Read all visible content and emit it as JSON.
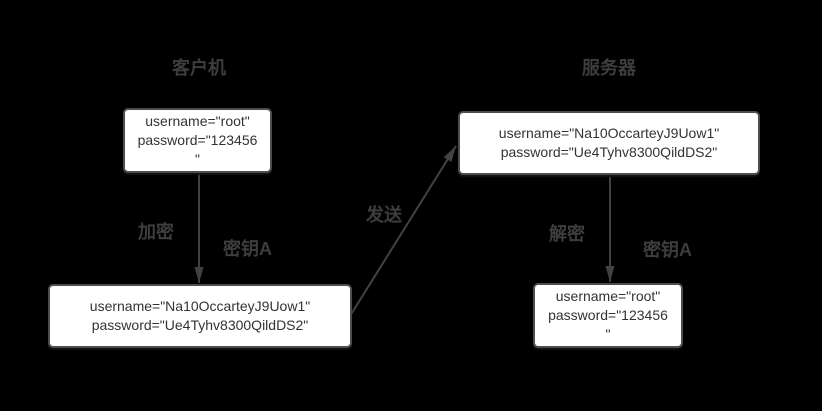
{
  "diagram": {
    "client_title": "客户机",
    "server_title": "服务器",
    "boxes": [
      {
        "id": "client-plaintext",
        "lines": [
          "username=\"root\"",
          "password=\"123456",
          "\""
        ]
      },
      {
        "id": "client-encrypted",
        "lines": [
          "username=\"Na10OccarteyJ9Uow1\"",
          "password=\"Ue4Tyhv8300QildDS2\""
        ]
      },
      {
        "id": "server-encrypted",
        "lines": [
          "username=\"Na10OccarteyJ9Uow1\"",
          "password=\"Ue4Tyhv8300QildDS2\""
        ]
      },
      {
        "id": "server-plaintext",
        "lines": [
          "username=\"root\"",
          "password=\"123456",
          "\""
        ]
      }
    ],
    "labels": {
      "encrypt": "加密",
      "key_a_client": "密钥A",
      "send": "发送",
      "decrypt": "解密",
      "key_a_server": "密钥A"
    },
    "colors": {
      "background": "#000000",
      "box-bg": "#ffffff",
      "box-border": "#4d4d4d",
      "box-text": "#333333",
      "line": "#424242",
      "label-text": "#3d3d3d"
    }
  }
}
